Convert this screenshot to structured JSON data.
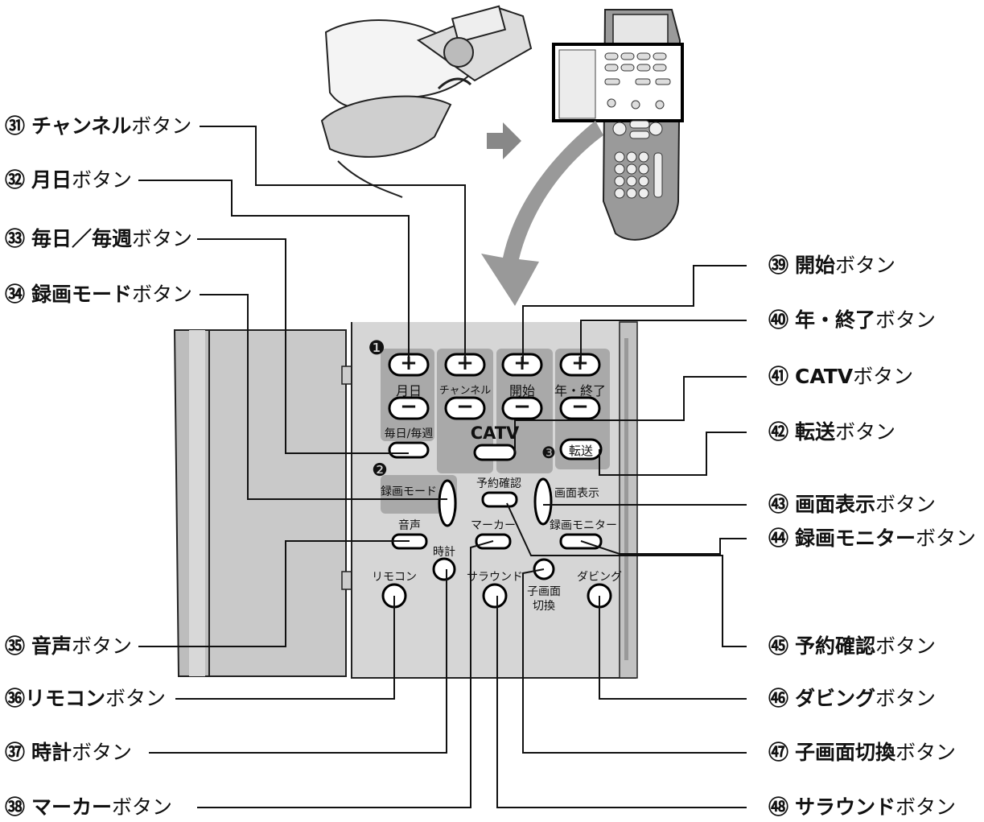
{
  "callouts_left": [
    {
      "num": "㉛",
      "name": "チャンネル",
      "suffix": "ボタン"
    },
    {
      "num": "㉜",
      "name": "月日",
      "suffix": "ボタン"
    },
    {
      "num": "㉝",
      "name": "毎日／毎週",
      "suffix": "ボタン"
    },
    {
      "num": "㉞",
      "name": "録画モード",
      "suffix": "ボタン"
    },
    {
      "num": "㉟",
      "name": "音声",
      "suffix": "ボタン"
    },
    {
      "num": "㊱",
      "name": "リモコン",
      "suffix": "ボタン"
    },
    {
      "num": "㊲",
      "name": "時計",
      "suffix": "ボタン"
    },
    {
      "num": "㊳",
      "name": "マーカー",
      "suffix": "ボタン"
    }
  ],
  "callouts_right": [
    {
      "num": "㊴",
      "name": "開始",
      "suffix": "ボタン"
    },
    {
      "num": "㊵",
      "name": "年・終了",
      "suffix": "ボタン"
    },
    {
      "num": "㊶",
      "name": "CATV",
      "suffix": "ボタン"
    },
    {
      "num": "㊷",
      "name": "転送",
      "suffix": "ボタン"
    },
    {
      "num": "㊸",
      "name": "画面表示",
      "suffix": "ボタン"
    },
    {
      "num": "㊹",
      "name": "録画モニター",
      "suffix": "ボタン"
    },
    {
      "num": "㊺",
      "name": "予約確認",
      "suffix": "ボタン"
    },
    {
      "num": "㊻",
      "name": "ダビング",
      "suffix": "ボタン"
    },
    {
      "num": "㊼",
      "name": "子画面切換",
      "suffix": "ボタン"
    },
    {
      "num": "㊽",
      "name": "サラウンド",
      "suffix": "ボタン"
    }
  ],
  "panel": {
    "step1": "❶",
    "step2": "❷",
    "step3": "❸",
    "plus": "+",
    "minus": "−",
    "label_gappi": "月日",
    "label_channel": "チャンネル",
    "label_kaishi": "開始",
    "label_nen_shuryo": "年・終了",
    "label_maiyu": "毎日/毎週",
    "label_catv": "CATV",
    "label_tenso": "転送",
    "label_rokuga_mode": "録画モード",
    "label_yoyaku": "予約確認",
    "label_gamen": "画面表示",
    "label_onsei": "音声",
    "label_marker": "マーカー",
    "label_rokuga_monitor": "録画モニター",
    "label_tokei": "時計",
    "label_remocon": "リモコン",
    "label_surround": "サラウンド",
    "label_kogamen_1": "子画面",
    "label_kogamen_2": "切換",
    "label_dubbing": "ダビング"
  }
}
